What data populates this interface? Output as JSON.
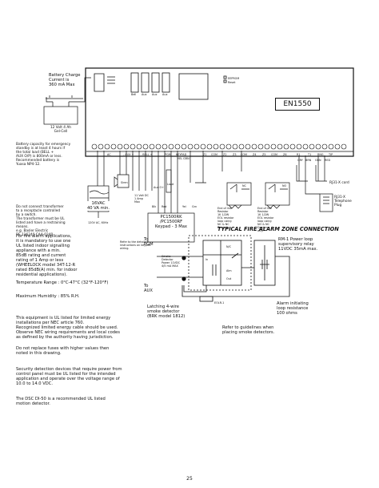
{
  "model": "EN1550",
  "page_number": "25",
  "battery": {
    "charge_label": "Battery Charge\nCurrent is\n360 mA Max",
    "spec": "12 Volt 4 Ah\nGel-Cell",
    "capacity_note": "Battery capacity for emergency\nstandby is at least 4 hours if\nthe total load (BELL +\nAUX O/P) is 800mA or less.\nRecommended battery is\nYuasa NP4-12."
  },
  "board": {
    "eeprom_label": "EEPROM",
    "reset_label": "Reset",
    "jumpers": [
      "Bell",
      "Aux",
      "Aux",
      "Aux"
    ],
    "terminal_labels": [
      "AC",
      "- AUX +",
      "- BELL +",
      "PGM",
      "KEYPAD",
      "Z1",
      "COM",
      "Z2",
      "Z3",
      "COM",
      "Z4",
      "Z5",
      "COM",
      "Z6",
      "R1",
      "T1",
      "RNG",
      "TIP"
    ],
    "keypad_wires": "YEL GRN"
  },
  "transformer": {
    "label": "16VAC\n40 VA min.",
    "mains": "120V AC, 60Hz",
    "note": "Do not connect transformer\nto a receptacle controlled\nby a switch.\nThe transformer must be UL\nlisted and have a restraining\nmeans.\ne.g. Basler Electric\nBE 116240 CAA-0240"
  },
  "wiring_labels": {
    "siren": "Siren",
    "load": "Load",
    "aux_power": "11 Volt DC\n1 Amp\nMax",
    "aux_out": "Aux O+",
    "blk": "Blk",
    "red": "Red",
    "yel": "Yel",
    "grn": "Grn"
  },
  "keypad": {
    "label": "PC1500RK\n/PC1500RF\nKeypad - 3 Max",
    "note": "Refer to the detailed\ninstructions on keypad\nwiring."
  },
  "zones": {
    "eol_labels": [
      "End of line\nResistor\n1K 1/2W\nEOL resistor\nloop using\nNC & NC\nDevices",
      "End of line\nResistor\n1K 1/2W\nEOL resistor\nloop using\nNO & NC\nDevices\nonly"
    ],
    "nc_label": "NC",
    "no_label": "NO"
  },
  "telephone": {
    "cord": "RJ31-X cord",
    "jack": "RJ31-X\nTelephone\nPlug",
    "wire_colors": [
      "GRY",
      "BRN",
      "GRN",
      "RED"
    ]
  },
  "fire": {
    "heading": "TYPICAL FIRE ALARM ZONE CONNECTION",
    "pgm_label": "To\nPGM",
    "smoke_box": "Smoke\nDetector\nPower 11VDC\n4/5 mA MAX",
    "aux_label": "To\nAUX",
    "latching": "Latching 4-wire\nsmoke detector\n(BRK model 1812)",
    "alarm": "Alm",
    "out": "Out",
    "nc": "N/C",
    "in": "In",
    "power_loop": "RM-1 Power loop\nsupervisory relay\n11VDC 35mA max.",
    "alarm_initiating": "Alarm initiating\nloop resistance\n100 ohms",
    "eolr": "EOLR-1",
    "refer": "Refer to guidelines when\nplacing smoke detectors.",
    "note": "For fire alarm applications,\nit is mandatory to use one\nUL listed indoor signalling\nappliance with a min.\n85dB rating and current\nrating of 1 Amp or less\n(WHEELOCK model 34T-12-R\nrated 85dB(A) min. for indoor\nresidential applications)."
  },
  "environment": {
    "temperature": "Temperature Range : 0°C-47°C (32°F-120°F)",
    "humidity": "Maximum Humidity : 85% R.H."
  },
  "notes": {
    "ul": "This equipment is UL listed for limited energy\ninstallations per NEC article 760.\nRecognized limited energy cable should be used.\nObserve NEC wiring requirements and local codes\nas defined by the authority having jurisdiction.",
    "fuses": "Do not replace fuses with higher values then\nnoted in this drawing.",
    "security": "Security detection devices that require power from\ncontrol panel must be UL listed for the intended\napplication and operate over the voltage range of\n10.0 to 14.0 VDC.",
    "dsc": "The DSC DI-50 is a recommended UL listed\nmotion detector."
  }
}
